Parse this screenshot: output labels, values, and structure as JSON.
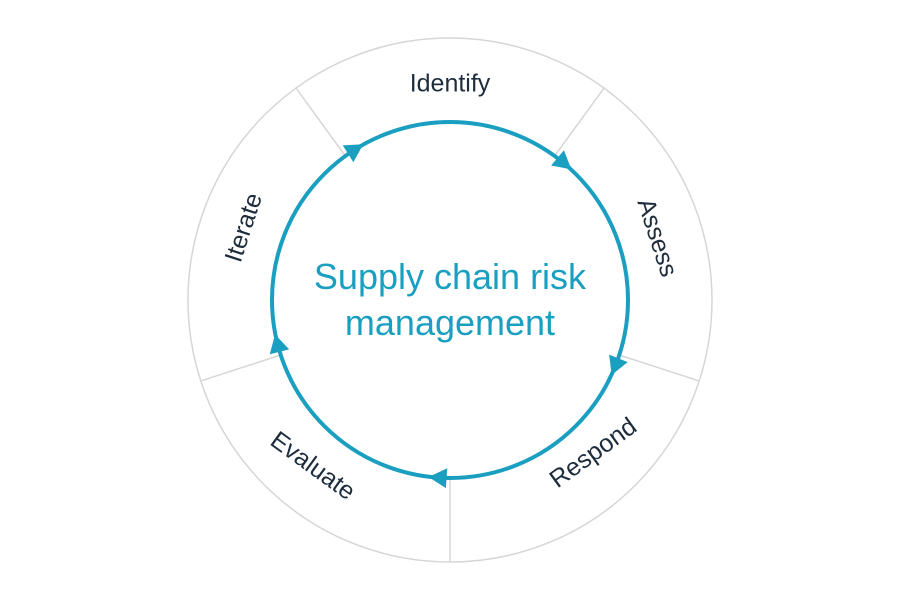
{
  "title_lines": [
    "Supply chain risk",
    "management"
  ],
  "stages": [
    {
      "id": "identify",
      "label": "Identify"
    },
    {
      "id": "assess",
      "label": "Assess"
    },
    {
      "id": "respond",
      "label": "Respond"
    },
    {
      "id": "evaluate",
      "label": "Evaluate"
    },
    {
      "id": "iterate",
      "label": "Iterate"
    }
  ],
  "colors": {
    "accent": "#1a9fc0",
    "label": "#1e2d3d",
    "ring_outline": "#d6d6d6"
  }
}
